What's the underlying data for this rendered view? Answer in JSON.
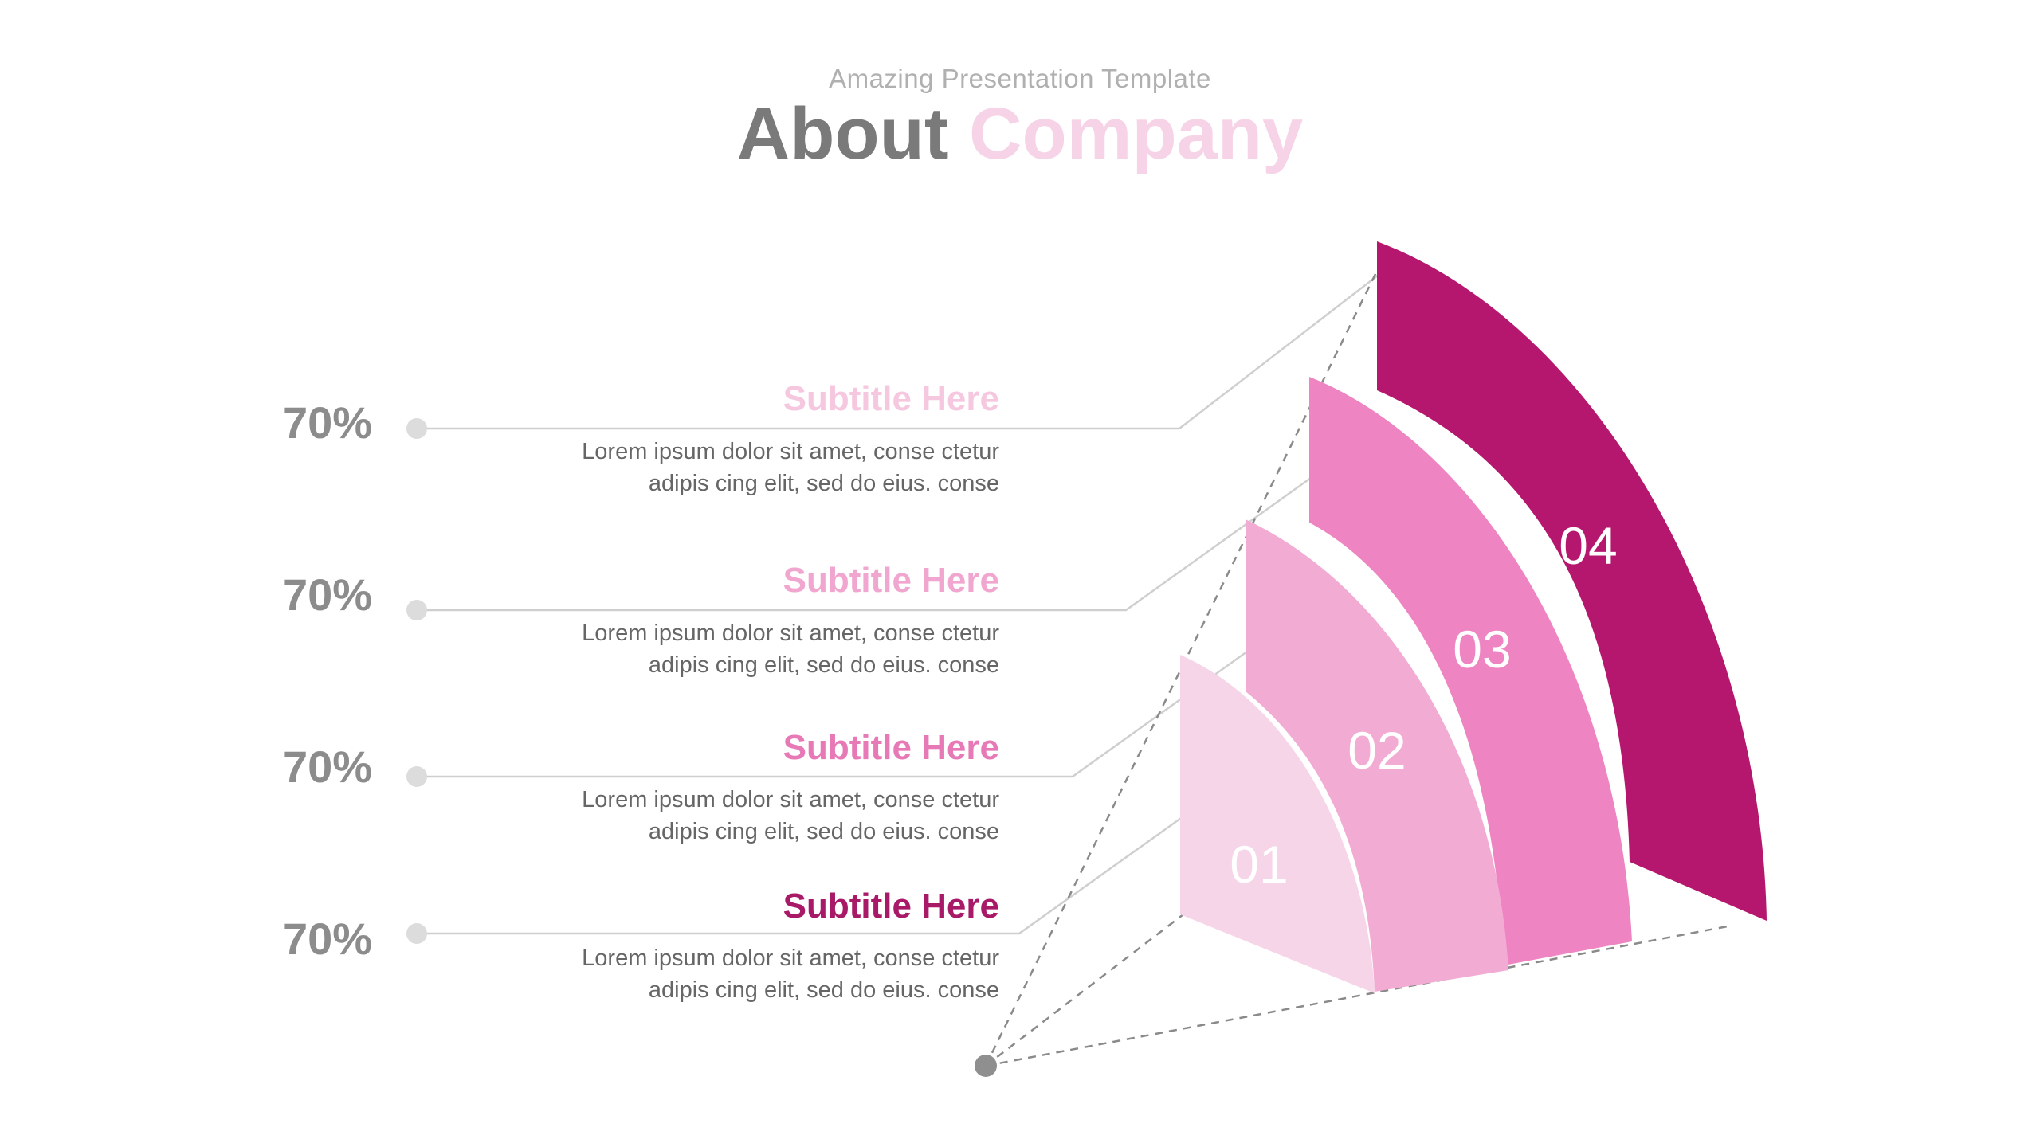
{
  "header": {
    "pretitle": "Amazing Presentation Template",
    "title_word1": "About",
    "title_word2": "Company"
  },
  "colors": {
    "title_gray": "#7a7a7a",
    "title_pink": "#f6d3e6",
    "seg_01": "#f7d5e8",
    "seg_02": "#f2acd3",
    "seg_03": "#ee84c1",
    "seg_04": "#b5176f"
  },
  "items": [
    {
      "percent": "70%",
      "subtitle": "Subtitle Here",
      "line1": "Lorem ipsum dolor sit amet, conse ctetur",
      "line2": "adipis cing elit, sed do eius. conse",
      "subtitle_color": "#f6c8e0"
    },
    {
      "percent": "70%",
      "subtitle": "Subtitle Here",
      "line1": "Lorem ipsum dolor sit amet, conse ctetur",
      "line2": "adipis cing elit, sed do eius. conse",
      "subtitle_color": "#f0a6cf"
    },
    {
      "percent": "70%",
      "subtitle": "Subtitle Here",
      "line1": "Lorem ipsum dolor sit amet, conse ctetur",
      "line2": "adipis cing elit, sed do eius. conse",
      "subtitle_color": "#e77ab6"
    },
    {
      "percent": "70%",
      "subtitle": "Subtitle Here",
      "line1": "Lorem ipsum dolor sit amet, conse ctetur",
      "line2": "adipis cing elit, sed do eius. conse",
      "subtitle_color": "#a81a67"
    }
  ],
  "segments": [
    {
      "label": "01"
    },
    {
      "label": "02"
    },
    {
      "label": "03"
    },
    {
      "label": "04"
    }
  ]
}
